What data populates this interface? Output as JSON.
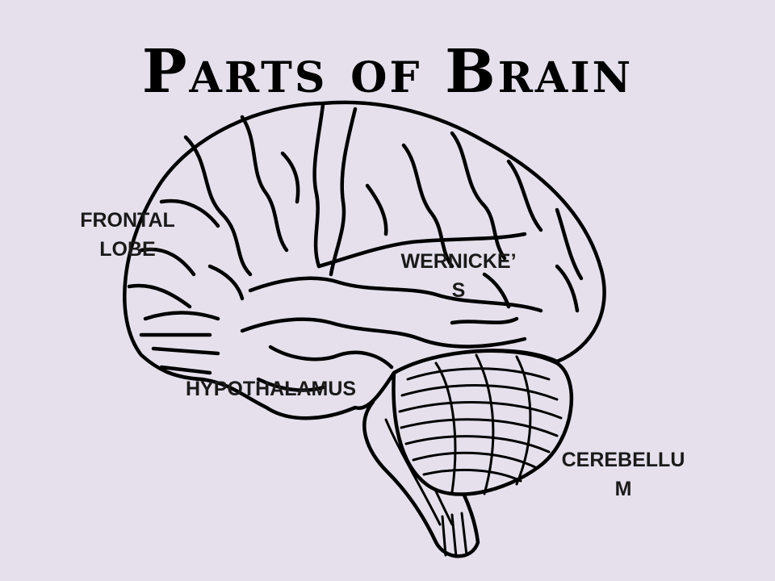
{
  "slide": {
    "title": "Parts of Brain",
    "background_color": "#e6e0ec"
  },
  "labels": {
    "frontal_line1": "FRONTAL",
    "frontal_line2": "LOBE",
    "wernicke_line1": "WERNICKE’",
    "wernicke_line2": "S",
    "hypothalamus": "HYPOTHALAMUS",
    "cerebellum_line1": "CEREBELLU",
    "cerebellum_line2": "M"
  },
  "illustration": {
    "subject": "brain-side-view",
    "stroke_color": "#000000"
  }
}
